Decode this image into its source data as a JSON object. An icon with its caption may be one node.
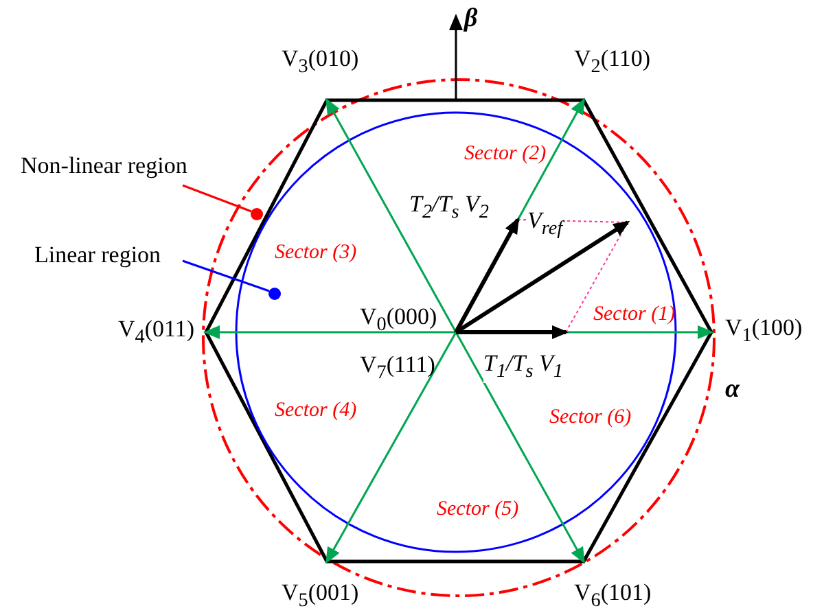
{
  "diagram": {
    "nodes": [
      {
        "text": [
          "V$_{0}$(000)",
          "V$_{7}$(111)"
        ]
      },
      {
        "text": [
          "V$_{1}$(100)"
        ]
      },
      {
        "text": [
          "V$_{2}$(110)"
        ]
      },
      {
        "text": [
          "V$_{3}$(010)"
        ]
      },
      {
        "text": [
          "V$_{4}$(011)"
        ]
      },
      {
        "text": [
          "V$_{5}$(001)"
        ]
      },
      {
        "text": [
          "V$_{6}$(101)"
        ]
      },
      {
        "text": [
          "Non-linear region"
        ]
      },
      {
        "text": [],
        "shape": "circle"
      },
      {
        "text": [
          "Linear region"
        ]
      },
      {
        "text": [],
        "shape": "circle"
      }
    ],
    "edges": [
      {
        "from": 0,
        "to": 1,
        "arrow": "to",
        "color": "#00a651"
      },
      {
        "from": 0,
        "to": 2,
        "arrow": "to",
        "color": "#00a651"
      },
      {
        "from": 0,
        "to": 3,
        "arrow": "to",
        "color": "#00a651"
      },
      {
        "from": 0,
        "to": 4,
        "arrow": "to",
        "color": "#00a651"
      },
      {
        "from": 0,
        "to": 5,
        "arrow": "to",
        "color": "#00a651"
      },
      {
        "from": 0,
        "to": 6,
        "arrow": "to",
        "color": "#00a651"
      },
      {
        "from": 0,
        "to": null,
        "arrow": "to",
        "label": "T$_{1}$/T$_{s}$ V$_{1}$",
        "style": "thick",
        "color": "#000000"
      },
      {
        "from": 0,
        "to": null,
        "arrow": "to",
        "label": "T$_{2}$/T$_{s}$ V$_{2}$",
        "style": "thick",
        "color": "#000000"
      },
      {
        "from": 0,
        "to": null,
        "arrow": "to",
        "label": "V$_{ref}$",
        "style": "thick",
        "color": "#000000"
      },
      {
        "from": 7,
        "to": 8,
        "arrow": "none",
        "color": "#ff0000"
      },
      {
        "from": 9,
        "to": 10,
        "arrow": "none",
        "color": "#0000ff"
      }
    ],
    "labels": [
      "β",
      "Sector (2)",
      "Sector (3)",
      "Sector (1)",
      "α",
      "Sector (4)",
      "Sector (6)",
      "Sector (5)"
    ]
  }
}
